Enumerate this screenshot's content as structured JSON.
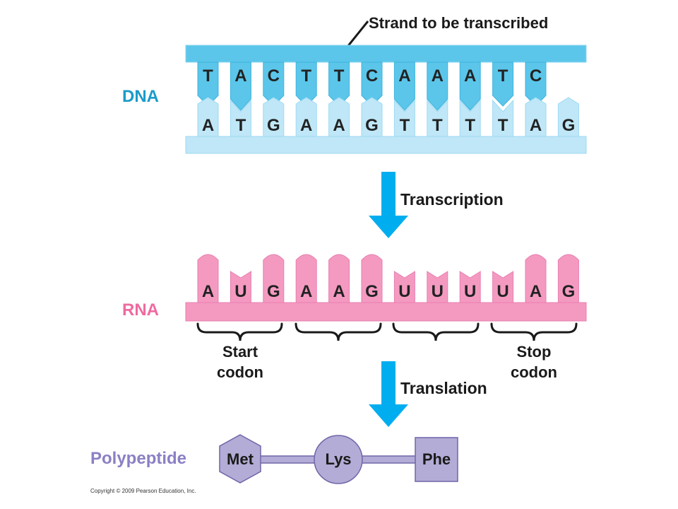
{
  "labels": {
    "strand_label": "Strand to be transcribed",
    "dna": "DNA",
    "rna": "RNA",
    "polypeptide": "Polypeptide",
    "transcription": "Transcription",
    "translation": "Translation",
    "start_codon_line1": "Start",
    "start_codon_line2": "codon",
    "stop_codon_line1": "Stop",
    "stop_codon_line2": "codon",
    "copyright": "Copyright © 2009 Pearson Education, Inc."
  },
  "dna": {
    "template_strand": [
      "T",
      "A",
      "C",
      "T",
      "T",
      "C",
      "A",
      "A",
      "A",
      "T",
      "C"
    ],
    "coding_strand": [
      "A",
      "T",
      "G",
      "A",
      "A",
      "G",
      "T",
      "T",
      "T",
      "T",
      "A",
      "G"
    ]
  },
  "rna": {
    "bases": [
      "A",
      "U",
      "G",
      "A",
      "A",
      "G",
      "U",
      "U",
      "U",
      "U",
      "A",
      "G"
    ]
  },
  "polypeptide": {
    "amino_acids": [
      "Met",
      "Lys",
      "Phe"
    ]
  },
  "colors": {
    "dna_dark": "#5bc6ea",
    "dna_light": "#bfe7f7",
    "dna_label": "#1a9bc9",
    "arrow": "#00aeef",
    "rna": "#f49ac1",
    "rna_label": "#ef6aa0",
    "polypeptide": "#b3acd6",
    "polypeptide_stroke": "#6f66a8",
    "polypeptide_label": "#8a80c4"
  }
}
